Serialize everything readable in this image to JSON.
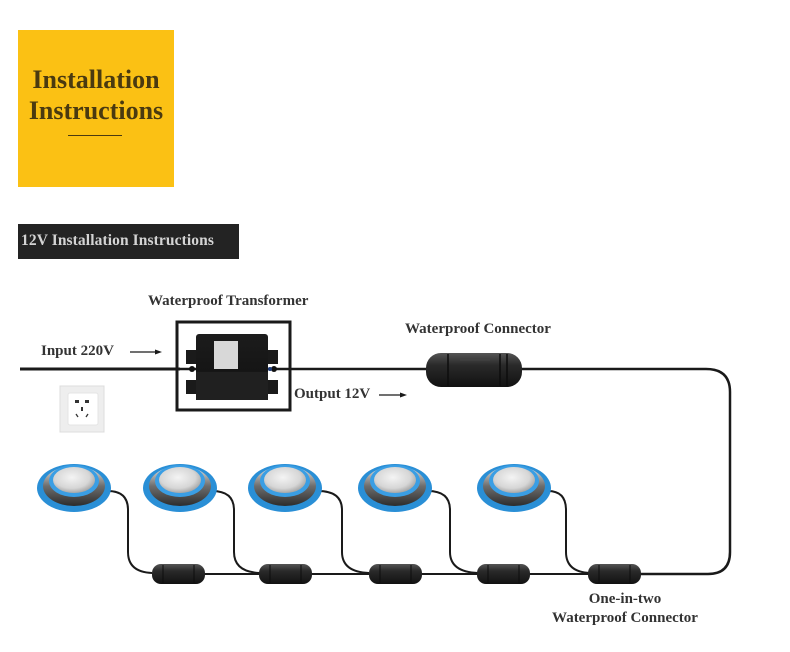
{
  "header": {
    "title_line1": "Installation",
    "title_line2": "Instructions",
    "background_color": "#fbc114",
    "text_color": "#4a3a10"
  },
  "section": {
    "title": "12V Installation Instructions",
    "background_color": "#232323",
    "text_color": "#d4d4d4"
  },
  "diagram": {
    "labels": {
      "transformer": "Waterproof Transformer",
      "input": "Input 220V",
      "output": "Output 12V",
      "connector": "Waterproof Connector",
      "splitter_line1": "One-in-two",
      "splitter_line2": "Waterproof Connector"
    },
    "components": {
      "power_source": "wall-socket",
      "transformer": "waterproof-transformer",
      "main_connector": "waterproof-connector",
      "splitter": "one-in-two-waterproof-connector"
    },
    "lights": {
      "count": 5,
      "type": "underwater pool light",
      "ring_color": "#2a8fd6"
    },
    "branch_connectors": {
      "count": 4
    },
    "wire_color": "#1a1a1a"
  }
}
